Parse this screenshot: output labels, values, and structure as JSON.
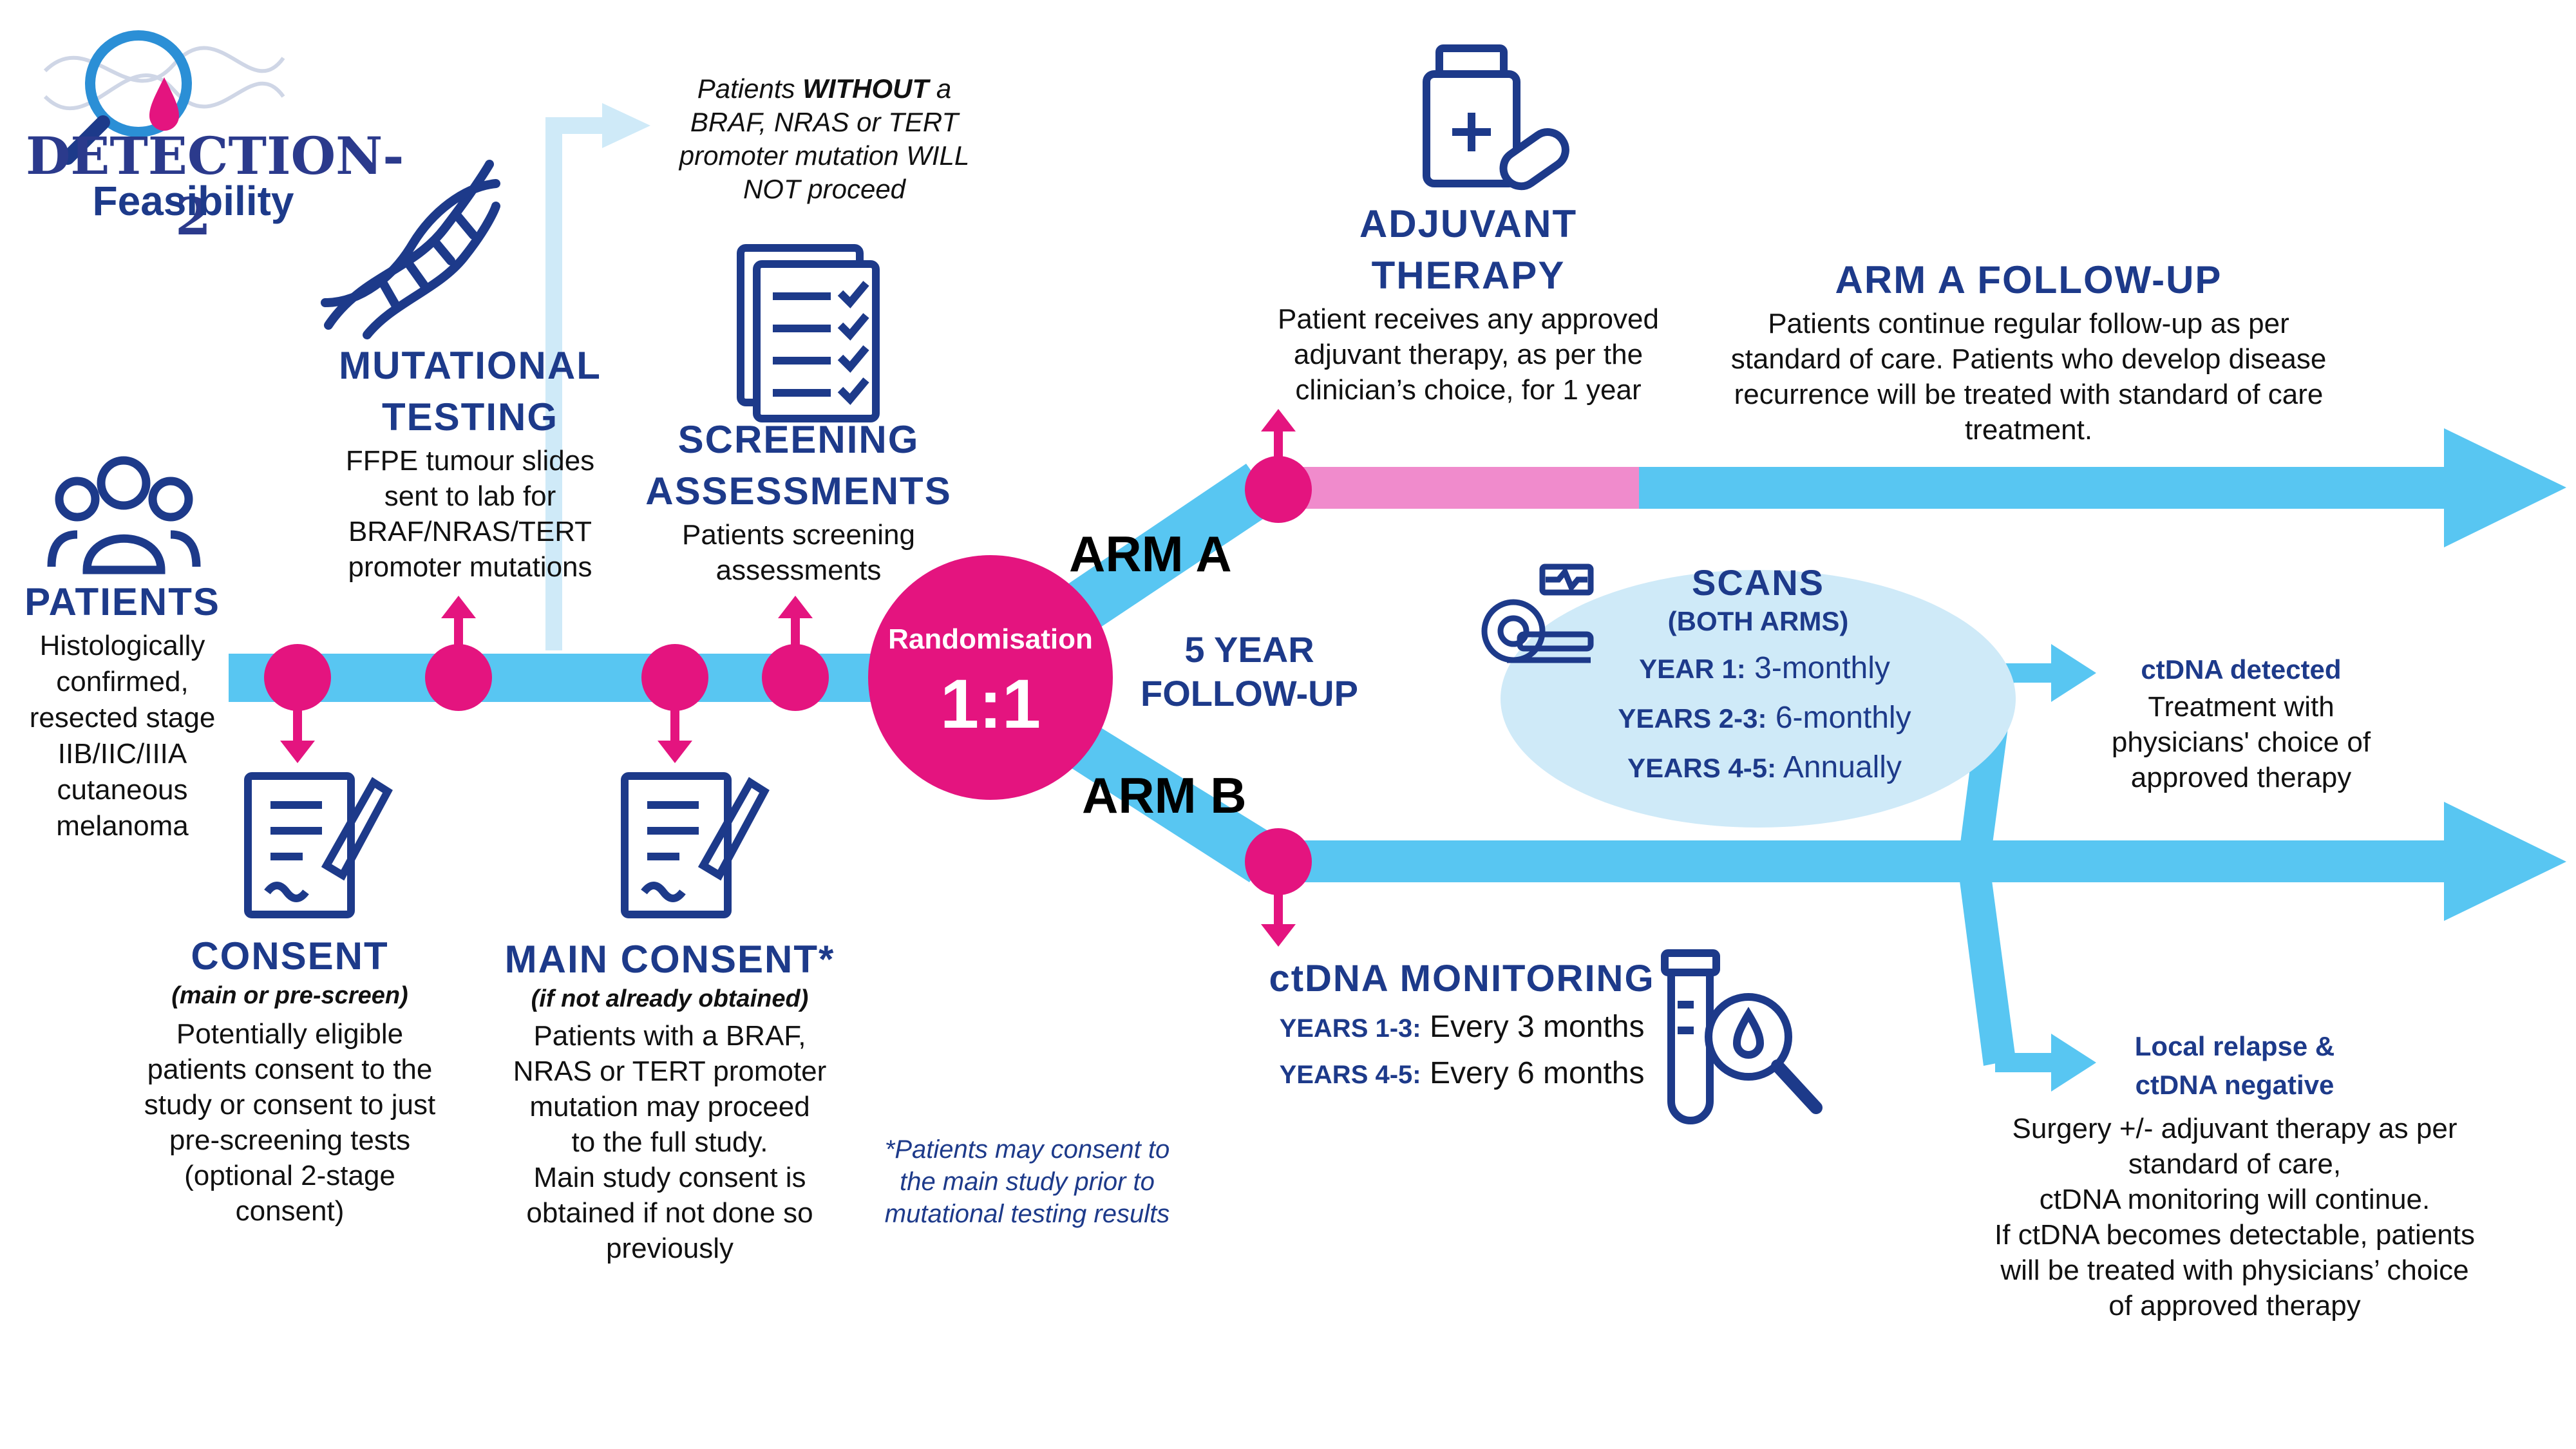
{
  "colors": {
    "navy": "#1d3a8a",
    "magenta": "#e4147f",
    "cyan": "#58c6f2",
    "pink": "#f08bcc",
    "lightcyan": "#cfeaf8"
  },
  "logo": {
    "title": "DETECTION-2",
    "subtitle": "Feasibility"
  },
  "patients": {
    "title": "PATIENTS",
    "text": [
      "Histologically",
      "confirmed,",
      "resected stage",
      "IIB/IIC/IIIA",
      "cutaneous",
      "melanoma"
    ]
  },
  "mutational": {
    "title": [
      "MUTATIONAL",
      "TESTING"
    ],
    "text": [
      "FFPE tumour slides",
      "sent to lab for",
      "BRAF/NRAS/TERT",
      "promoter mutations"
    ]
  },
  "without": {
    "line1_pre": "Patients ",
    "line1_bold": "WITHOUT",
    "line1_post": " a",
    "lines": [
      "BRAF, NRAS or TERT",
      "promoter mutation WILL",
      "NOT proceed"
    ]
  },
  "screening": {
    "title": [
      "SCREENING",
      "ASSESSMENTS"
    ],
    "text": [
      "Patients screening",
      "assessments"
    ]
  },
  "randomisation": {
    "label": "Randomisation",
    "ratio": "1:1"
  },
  "consent": {
    "title": "CONSENT",
    "subtitle": "(main or pre-screen)",
    "text": [
      "Potentially eligible",
      "patients consent to the",
      "study or consent to just",
      "pre-screening tests",
      "(optional 2-stage",
      "consent)"
    ]
  },
  "main_consent": {
    "title": "MAIN CONSENT*",
    "subtitle": "(if not already obtained)",
    "text": [
      "Patients with a BRAF,",
      "NRAS or TERT promoter",
      "mutation may proceed",
      "to the full study.",
      "Main study consent is",
      "obtained if not done so",
      "previously"
    ]
  },
  "footnote": [
    "*Patients may consent to",
    "the main study prior to",
    "mutational testing results"
  ],
  "arm_a": "ARM A",
  "arm_b": "ARM B",
  "followup": [
    "5 YEAR",
    "FOLLOW-UP"
  ],
  "adjuvant": {
    "title": [
      "ADJUVANT",
      "THERAPY"
    ],
    "text": [
      "Patient receives any approved",
      "adjuvant therapy, as per the",
      "clinician’s choice, for 1 year"
    ]
  },
  "arm_a_followup": {
    "title": "ARM A FOLLOW-UP",
    "text": [
      "Patients continue regular follow-up as per",
      "standard of care. Patients who develop disease",
      "recurrence will be treated with standard of care",
      "treatment."
    ]
  },
  "scans": {
    "title": "SCANS",
    "subtitle": "(BOTH ARMS)",
    "rows": [
      {
        "label": "YEAR 1:",
        "value": "3-monthly"
      },
      {
        "label": "YEARS 2-3:",
        "value": "6-monthly"
      },
      {
        "label": "YEARS 4-5:",
        "value": "Annually"
      }
    ]
  },
  "ctdna_monitoring": {
    "title": "ctDNA MONITORING",
    "rows": [
      {
        "label": "YEARS 1-3:",
        "value": "Every 3 months"
      },
      {
        "label": "YEARS 4-5:",
        "value": "Every 6 months"
      }
    ]
  },
  "ctdna_detected": {
    "title": "ctDNA detected",
    "text": [
      "Treatment with",
      "physicians' choice of",
      "approved therapy"
    ]
  },
  "local_relapse": {
    "title": [
      "Local relapse &",
      "ctDNA negative"
    ],
    "text": [
      "Surgery +/- adjuvant therapy as per",
      "standard of care,",
      "ctDNA monitoring will continue.",
      "If ctDNA becomes detectable, patients",
      "will be treated with physicians’ choice",
      "of approved therapy"
    ]
  },
  "icons": [
    "magnifier-logo-icon",
    "dna-icon",
    "people-icon",
    "checklist-icon",
    "consent-form-icon",
    "medicine-bottle-icon",
    "scanner-icon",
    "test-tube-icon"
  ]
}
